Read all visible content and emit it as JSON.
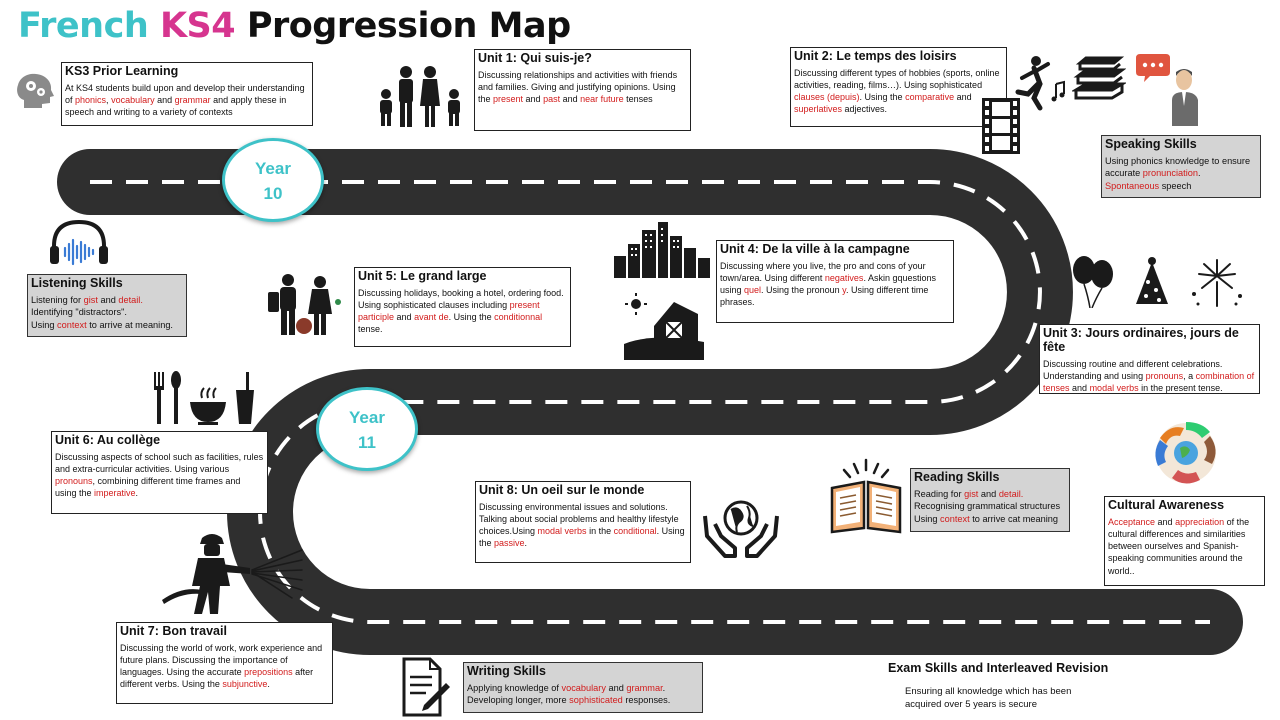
{
  "title": {
    "part1": "French",
    "part2": "KS4",
    "part3": "Progression Map"
  },
  "badges": {
    "year10": {
      "line1": "Year",
      "line2": "10"
    },
    "year11": {
      "line1": "Year",
      "line2": "11"
    }
  },
  "prior": {
    "title": "KS3 Prior Learning",
    "t1": "At KS4 students build upon and develop their understanding of ",
    "h1": "phonics",
    "t2": ", ",
    "h2": "vocabulary",
    "t3": " and ",
    "h3": "grammar",
    "t4": " and apply these in speech and writing to a variety of contexts"
  },
  "unit1": {
    "title": "Unit 1: Qui suis-je?",
    "t1": " Discussing relationships and activities with friends and families. Giving and justifying opinions. Using the ",
    "h1": "present",
    "t2": " and ",
    "h2": "past",
    "t3": " and ",
    "h3": "near future",
    "t4": " tenses"
  },
  "unit2": {
    "title": "Unit 2: Le temps des loisirs",
    "t1": " Discussing different types of hobbies (sports, online activities, reading, films…). Using sophisticated ",
    "h1": "clauses (depuis)",
    "t2": ". Using the ",
    "h2": "comparative",
    "t3": "  and ",
    "h3": "superlatives",
    "t4": " adjectives."
  },
  "speaking": {
    "title": "Speaking Skills",
    "t1": "Using phonics knowledge to ensure accurate ",
    "h1": "pronunciation",
    "t2": ". ",
    "h2": "Spontaneous",
    "t3": " speech"
  },
  "listening": {
    "title": "Listening Skills",
    "t1": "Listening for ",
    "h1": "gist",
    "t2": " and ",
    "h2": "detail.",
    "t3": "Identifying \"distractors\".",
    "t4": "Using ",
    "h3": "context",
    "t5": " to arrive at meaning."
  },
  "unit5": {
    "title": "Unit 5: Le grand large",
    "t1": "Discussing holidays, booking a hotel, ordering food. Using sophisticated clauses including ",
    "h1": "present participle",
    "t2": " and ",
    "h2": "avant de",
    "t3": ". Using the ",
    "h3": "conditionnal",
    "t4": " tense."
  },
  "unit4": {
    "title": "Unit 4: De la ville à la campagne",
    "t1": " Discussing where you live, the pro and cons of your town/area. Using different ",
    "h1": "negatives",
    "t2": ". Askin gquestions using ",
    "h2": "quel",
    "t3": ". Using the pronoun ",
    "h3": "y",
    "t4": ". Using different time phrases."
  },
  "unit3": {
    "title": "Unit 3: Jours ordinaires, jours de fête",
    "t1": " Discussing routine and different celebrations. Understanding and using ",
    "h1": "pronouns",
    "t2": ", a ",
    "h2": "combination of tenses",
    "t3": " and ",
    "h3": "modal verbs",
    "t4": " in the present tense."
  },
  "unit6": {
    "title": "Unit 6: Au collège",
    "t1": " Discussing aspects of school such as facilities, rules and extra-curricular activities. Using various ",
    "h1": "pronouns",
    "t2": ", combining different time frames and using the ",
    "h2": "imperative",
    "t3": "."
  },
  "unit8": {
    "title": "Unit 8: Un oeil sur le monde",
    "t1": " Discussing environmental issues and solutions. Talking about social problems and healthy lifestyle choices.Using ",
    "h1": "modal verbs",
    "t2": " in the ",
    "h2": "conditional",
    "t3": ". Using the ",
    "h3": "passive",
    "t4": "."
  },
  "reading": {
    "title": "Reading Skills",
    "t1": "Reading for ",
    "h1": "gist",
    "t2": " and ",
    "h2": "detail.",
    "t3": "Recognising grammatical structures",
    "t4": "Using ",
    "h3": "context",
    "t5": " to arrive cat meaning"
  },
  "cultural": {
    "title": "Cultural Awareness",
    "h1": "Acceptance",
    "t1": " and ",
    "h2": "appreciation",
    "t2": " of the cultural differences and similarities between ourselves and Spanish-speaking communities around the world.."
  },
  "unit7": {
    "title": "Unit 7: Bon travail",
    "t1": " Discussing the world of work, work experience and future plans. Discussing the importance of languages. Using the accurate ",
    "h1": "prepositions",
    "t2": " after different verbs. Using the ",
    "h2": "subjunctive",
    "t3": "."
  },
  "writing": {
    "title": "Writing Skills",
    "t1": "Applying knowledge of ",
    "h1": "vocabulary",
    "t2": " and ",
    "h2": "grammar",
    "t3": ".",
    "t4": "Developing longer, more ",
    "h3": "sophisticated",
    "t5": " responses."
  },
  "exam": {
    "title": "Exam Skills and Interleaved Revision",
    "text": "Ensuring all knowledge which has been acquired over 5 years is secure"
  },
  "colors": {
    "teal": "#3ec2c8",
    "magenta": "#d6358f",
    "highlight_red": "#d21c1c",
    "road": "#2f2f2f",
    "skills_grey": "#d4d4d4"
  }
}
